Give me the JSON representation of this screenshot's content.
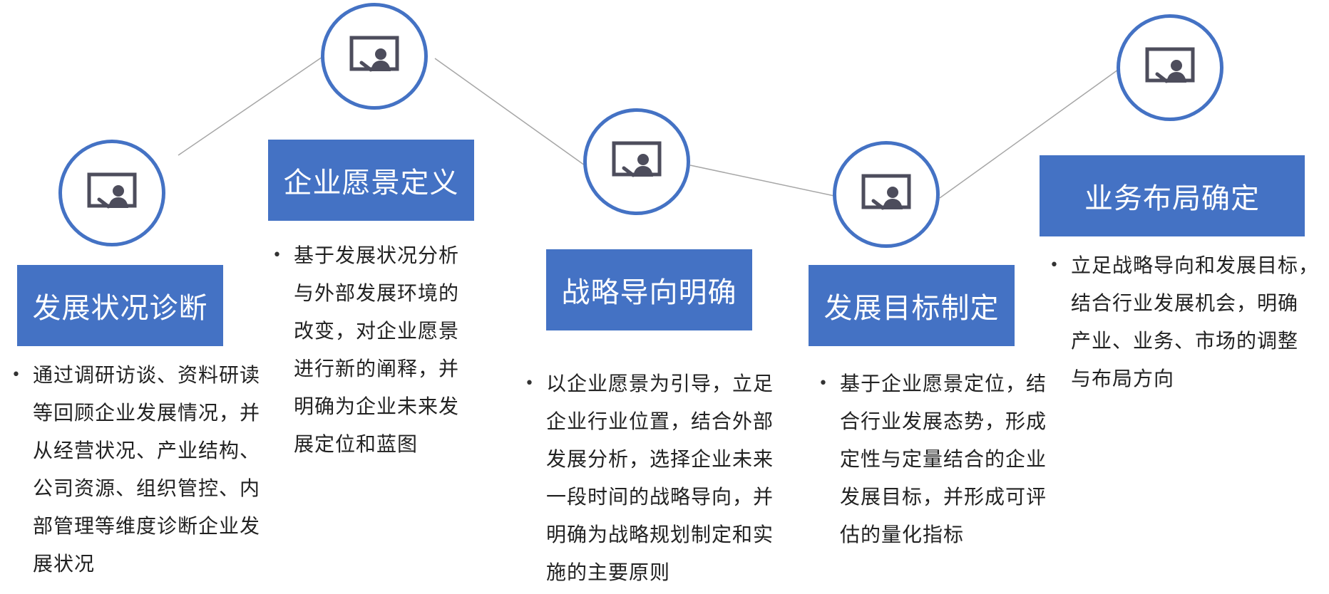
{
  "colors": {
    "accent": "#4472c4",
    "connector": "#a6a6a6",
    "icon": "#4d4d5c",
    "text": "#222222"
  },
  "steps": [
    {
      "icon": "presentation-icon",
      "title": "发展状况诊断",
      "lines": [
        "通过调研访谈、资料研读",
        "等回顾企业发展情况，并",
        "从经营状况、产业结构、",
        "公司资源、组织管控、内",
        "部管理等维度诊断企业发",
        "展状况"
      ]
    },
    {
      "icon": "presentation-icon",
      "title": "企业愿景定义",
      "lines": [
        "基于发展状况分析",
        "与外部发展环境的",
        "改变，对企业愿景",
        "进行新的阐释，并",
        "明确为企业未来发",
        "展定位和蓝图"
      ]
    },
    {
      "icon": "presentation-icon",
      "title": "战略导向明确",
      "lines": [
        "以企业愿景为引导，立足",
        "企业行业位置，结合外部",
        "发展分析，选择企业未来",
        "一段时间的战略导向，并",
        "明确为战略规划制定和实",
        "施的主要原则"
      ]
    },
    {
      "icon": "presentation-icon",
      "title": "发展目标制定",
      "lines": [
        "基于企业愿景定位，结",
        "合行业发展态势，形成",
        "定性与定量结合的企业",
        "发展目标，并形成可评",
        "估的量化指标"
      ]
    },
    {
      "icon": "presentation-icon",
      "title": "业务布局确定",
      "lines": [
        "立足战略导向和发展目标，",
        "结合行业发展机会，明确",
        "产业、业务、市场的调整",
        "与布局方向"
      ]
    }
  ]
}
